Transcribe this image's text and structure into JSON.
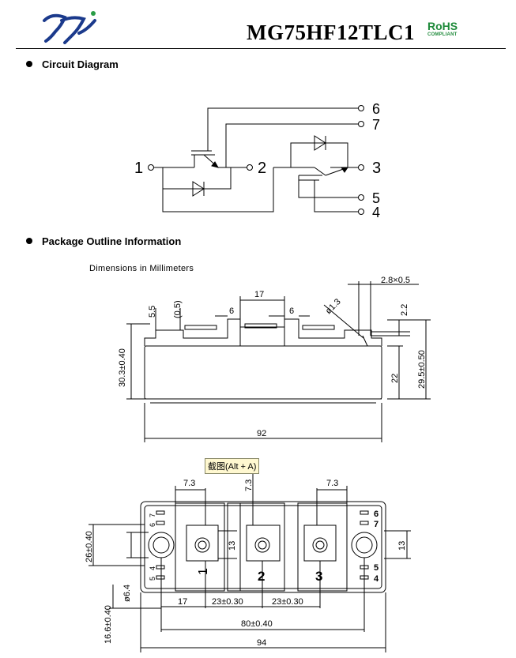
{
  "header": {
    "part_number": "MG75HF12TLC1",
    "rohs_label": "RoHS",
    "rohs_sub": "COMPLIANT",
    "logo_icon": "company-logo-icon",
    "accent_color": "#1e8a3a",
    "logo_color": "#1b3a8c"
  },
  "sections": {
    "circuit_title": "Circuit Diagram",
    "package_title": "Package Outline Information",
    "dimensions_note": "Dimensions in Millimeters"
  },
  "circuit": {
    "terminals": [
      "1",
      "2",
      "3",
      "4",
      "5",
      "6",
      "7"
    ]
  },
  "side_view": {
    "dims": {
      "w17": "17",
      "w6a": "6",
      "w6b": "6",
      "d28": "2.8×0.5",
      "dia13": "ø1.3",
      "h55": "5.5",
      "h05": "(0.5)",
      "h22top": "2.2",
      "h303": "30.3±0.40",
      "h22": "22",
      "h295": "29.5±0.50",
      "w92": "92"
    }
  },
  "top_view": {
    "dims": {
      "w73a": "7.3",
      "w73b": "7.3",
      "w73c": "7.3",
      "h13a": "13",
      "h13b": "13",
      "h26": "26±0.40",
      "dia64": "ø6.4",
      "h166": "16.6±0.40",
      "w17": "17",
      "w23a": "23±0.30",
      "w23b": "23±0.30",
      "w80": "80±0.40",
      "w94": "94"
    },
    "terminal_numbers": [
      "1",
      "2",
      "3"
    ],
    "pin_left_top": [
      "7",
      "6"
    ],
    "pin_left_bottom": [
      "4",
      "5"
    ],
    "pin_right_top": [
      "6",
      "7"
    ],
    "pin_right_bottom": [
      "5",
      "4"
    ]
  },
  "tooltip": "截图(Alt + A)"
}
